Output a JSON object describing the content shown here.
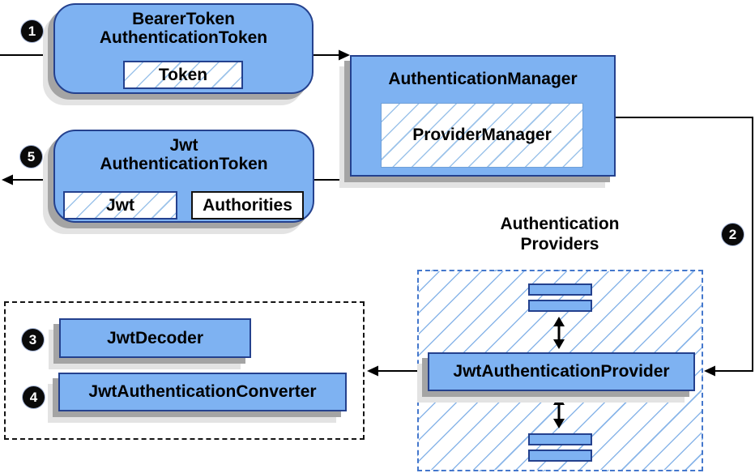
{
  "diagram": {
    "bearer_token": {
      "title_line1": "BearerToken",
      "title_line2": "AuthenticationToken",
      "inner_token": "Token"
    },
    "auth_manager": {
      "title": "AuthenticationManager",
      "inner_provider_manager": "ProviderManager"
    },
    "jwt_token": {
      "title_line1": "Jwt",
      "title_line2": "AuthenticationToken",
      "inner_jwt": "Jwt",
      "inner_authorities": "Authorities"
    },
    "providers_group": {
      "label_line1": "Authentication",
      "label_line2": "Providers",
      "provider": "JwtAuthenticationProvider"
    },
    "decoders_group": {
      "decoder": "JwtDecoder",
      "converter": "JwtAuthenticationConverter"
    },
    "steps": {
      "step1": "1",
      "step2": "2",
      "step3": "3",
      "step4": "4",
      "step5": "5"
    },
    "colors": {
      "node_fill": "#7eb2f2",
      "node_border": "#24418e",
      "hatch_line": "#9cc3ea",
      "container_dash_border": "#4477cc",
      "decoder_dash_border": "#141414",
      "shadow_dark": "#a4a4a4",
      "shadow_light": "#e3e3e3",
      "arrow": "#000000",
      "badge_bg": "#0a0a0a",
      "badge_text": "#ffffff",
      "text": "#000000"
    }
  }
}
